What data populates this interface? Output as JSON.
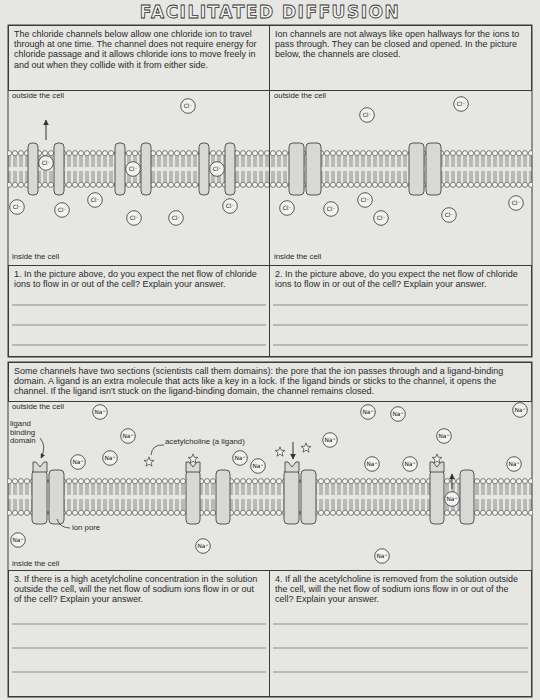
{
  "diagram": {
    "title": "FACILITATED DIFFUSION",
    "nodes": [
      {
        "text": [
          "The chloride channels below allow one chloride ion to travel through at one time. The channel does not require energy for chloride passage and it allows chloride ions to move freely in and out when they collide with it from either side."
        ]
      },
      {
        "text": [
          "Ion channels are not always like open hallways for the ions to pass through. They can be closed and opened. In the picture below, the channels are closed."
        ]
      },
      {
        "text": [
          "Cl⁻"
        ]
      },
      {
        "text": [
          "Cl⁻"
        ]
      },
      {
        "text": [
          "Cl⁻"
        ]
      },
      {
        "text": [
          "Cl⁻"
        ]
      },
      {
        "text": [
          "Cl⁻"
        ]
      },
      {
        "text": [
          "Cl⁻"
        ]
      },
      {
        "text": [
          "Cl⁻"
        ]
      },
      {
        "text": [
          "Cl⁻"
        ]
      },
      {
        "text": [
          "Cl⁻"
        ]
      },
      {
        "text": [
          "Cl⁻"
        ]
      },
      {
        "text": [
          "Cl⁻"
        ]
      },
      {
        "text": [
          "Cl⁻"
        ]
      },
      {
        "text": [
          "Cl⁻"
        ]
      },
      {
        "text": [
          "Cl⁻"
        ]
      },
      {
        "text": [
          "Cl⁻"
        ]
      },
      {
        "text": [
          "Cl⁻"
        ]
      },
      {
        "text": [
          "Cl⁻"
        ]
      },
      {
        "text": [
          "Cl⁻"
        ]
      },
      {
        "text": [
          "1. In the picture above, do you expect the net flow of chloride ions to flow in or out of the cell? Explain your answer."
        ]
      },
      {
        "text": [
          "2. In the picture above, do you expect the net flow of chloride ions to flow in or out of the cell? Explain your answer."
        ]
      },
      {
        "text": [
          "Some channels have two sections (scientists call them domains): the pore that the ion passes through and a ligand-binding domain. A ligand is an extra molecule that acts like a key in a lock. If the ligand binds or sticks to the channel, it opens the channel. If the ligand isn't stuck on the ligand-binding domain, the channel remains closed."
        ]
      },
      {
        "text": [
          "Na⁺"
        ]
      },
      {
        "text": [
          "Na⁺"
        ]
      },
      {
        "text": [
          "Na⁺"
        ]
      },
      {
        "text": [
          "Na⁺"
        ]
      },
      {
        "text": [
          "Na⁺"
        ]
      },
      {
        "text": [
          "Na⁺"
        ]
      },
      {
        "text": [
          "Na⁺"
        ]
      },
      {
        "text": [
          "Na⁺"
        ]
      },
      {
        "text": [
          "Na⁺"
        ]
      },
      {
        "text": [
          "Na⁺"
        ]
      },
      {
        "text": [
          "Na⁺"
        ]
      },
      {
        "text": [
          "Na⁺"
        ]
      },
      {
        "text": [
          "Na⁺"
        ]
      },
      {
        "text": [
          "Na⁺"
        ]
      },
      {
        "text": [
          "Na⁺"
        ]
      },
      {
        "text": [
          "Na⁺"
        ]
      },
      {
        "text": [
          "Na⁺"
        ]
      },
      {
        "text": [
          "Na⁺"
        ]
      },
      {
        "text": [
          "3. If there is a high acetylcholine concentration in the solution outside the cell, will the net flow of sodium ions flow in or out of the cell? Explain your answer."
        ]
      },
      {
        "text": [
          "4. If all the acetylcholine is removed from the solution outside the cell, will the net flow of sodium ions flow in or out of the cell? Explain your answer."
        ]
      }
    ],
    "labels": [
      "outside the cell",
      "inside the cell",
      "outside the cell",
      "inside the cell",
      "outside the cell",
      "ligand binding domain",
      "acetylcholine (a ligand)",
      "ion pore",
      "inside the cell"
    ]
  }
}
